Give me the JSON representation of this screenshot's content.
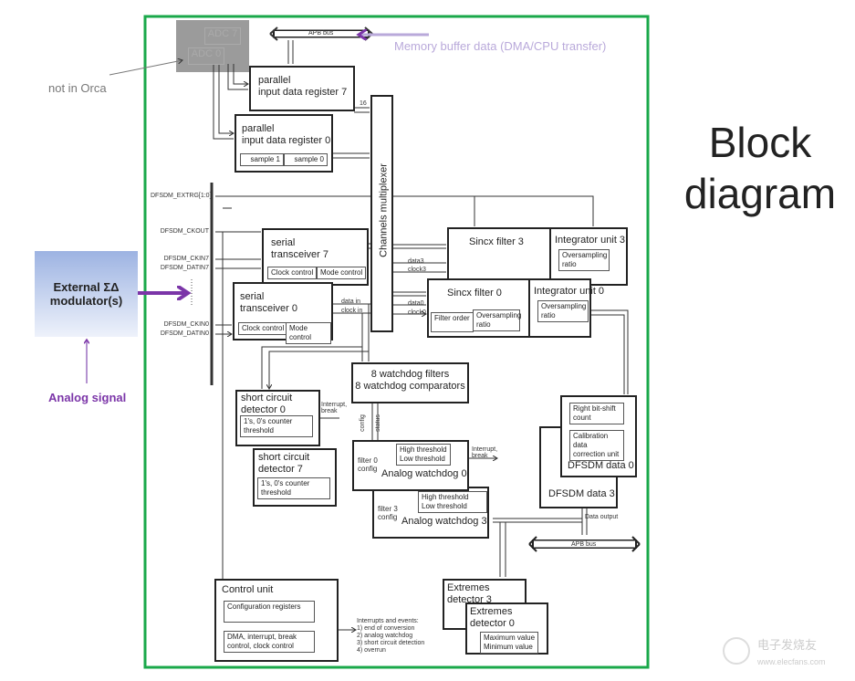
{
  "slide_title": "Block\ndiagram",
  "annotations": {
    "not_in_orca": "not in Orca",
    "memory_buffer": "Memory buffer data (DMA/CPU transfer)",
    "analog_signal": "Analog signal",
    "external_modulator": "External ΣΔ modulator(s)"
  },
  "adc": {
    "adc7": "ADC 7",
    "adc0": "ADC 0"
  },
  "bus": {
    "apb_top": "APB bus",
    "apb_bottom": "APB bus",
    "data_output": "Data output"
  },
  "parallel": {
    "reg7": "parallel\ninput data register 7",
    "reg0": "parallel\ninput data register 0",
    "sample1": "sample 1",
    "sample0": "sample 0",
    "width": "16"
  },
  "mux": "Channels multiplexer",
  "pins": {
    "extrg": "DFSDM_EXTRG[1:0]",
    "ckout": "DFSDM_CKOUT",
    "ckin7": "DFSDM_CKIN7",
    "datin7": "DFSDM_DATIN7",
    "ckin0": "DFSDM_CKIN0",
    "datin0": "DFSDM_DATIN0"
  },
  "serial": {
    "t7": "serial\ntransceiver 7",
    "t0": "serial\ntransceiver 0",
    "clock_control": "Clock control",
    "mode_control": "Mode control",
    "data_in": "data in",
    "clock_in": "clock in"
  },
  "sincx": {
    "f3": "Sincx filter 3",
    "f0": "Sincx filter 0",
    "filter_order": "Filter order",
    "oversampling": "Oversampling ratio",
    "data3": "data3",
    "clock3": "clock3",
    "data0": "data0",
    "clock0": "clock0"
  },
  "integrator": {
    "u3": "Integrator unit 3",
    "u0": "Integrator unit 0",
    "oversampling": "Oversampling ratio"
  },
  "watchdog": {
    "title": "8 watchdog filters\n8 watchdog comparators",
    "config": "config",
    "status": "status"
  },
  "short_circuit": {
    "d0": "short circuit\ndetector 0",
    "d7": "short circuit\ndetector 7",
    "threshold": "1's, 0's counter threshold",
    "interrupt": "Interrupt,\nbreak"
  },
  "analog_wd": {
    "w0": "Analog watchdog 0",
    "w3": "Analog watchdog 3",
    "f0cfg": "filter 0\nconfig",
    "f3cfg": "filter 3\nconfig",
    "thresholds": "High threshold\nLow threshold",
    "interrupt": "Interrupt,\nbreak"
  },
  "dfsdm_data": {
    "d0": "DFSDM data 0",
    "d3": "DFSDM data 3",
    "bitshift": "Right bit-shift count",
    "calib": "Calibration data correction unit"
  },
  "control": {
    "title": "Control unit",
    "config": "Configuration registers",
    "dma": "DMA, interrupt, break control, clock control",
    "events": "Interrupts and events:\n1) end of conversion\n2) analog watchdog\n3) short circuit detection\n4) overrun"
  },
  "extremes": {
    "e3": "Extremes\ndetector 3",
    "e0": "Extremes\ndetector 0",
    "values": "Maximum value\nMinimum value"
  },
  "watermark": {
    "cn": "电子发烧友",
    "url": "www.elecfans.com"
  },
  "colors": {
    "frame": "#1aa84a",
    "purple": "#7b35a8",
    "memory": "#b9a9da"
  }
}
